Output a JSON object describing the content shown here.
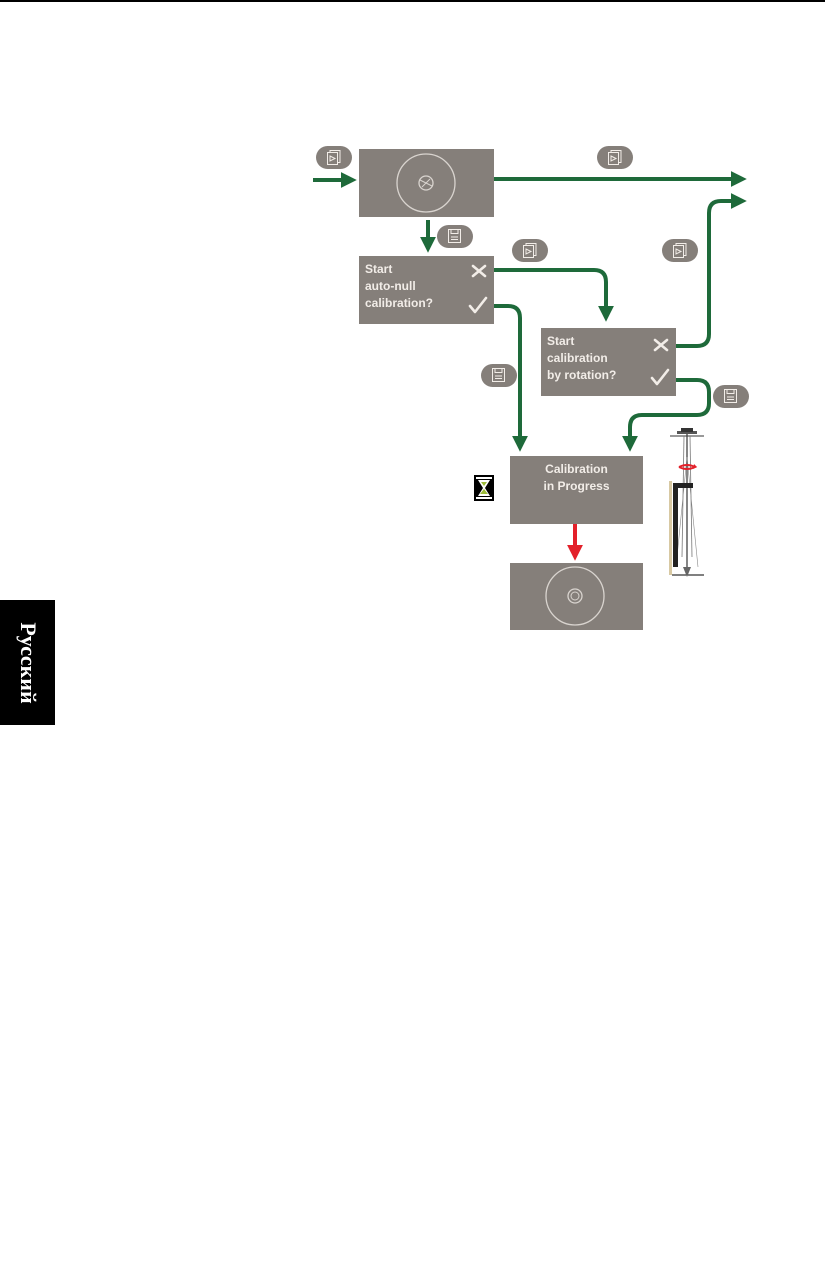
{
  "colors": {
    "screen": "#857f7a",
    "screen_text": "#f2ede8",
    "arrow_green": "#1e6a3a",
    "arrow_red": "#e3202a"
  },
  "screens": {
    "compass_display": {
      "icon": "compass-icon"
    },
    "autonull_prompt": {
      "text": "Start\nauto-null\ncalibration?",
      "cancel_icon": "cross-icon",
      "confirm_icon": "checkmark-icon"
    },
    "rotation_prompt": {
      "text": "Start\ncalibration\nby rotation?",
      "cancel_icon": "cross-icon",
      "confirm_icon": "checkmark-icon"
    },
    "progress": {
      "text": "Calibration\nin Progress",
      "status_icon": "hourglass-icon"
    },
    "final_display": {
      "icon": "ring-icon"
    }
  },
  "buttons": {
    "page": "page-button-icon",
    "save": "save-button-icon"
  },
  "illustration": "rotating-pole-illustration",
  "language_tab": {
    "label": "Русский"
  }
}
